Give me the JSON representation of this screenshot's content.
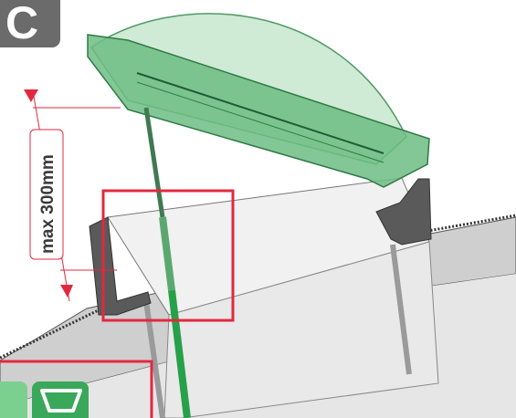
{
  "panel": {
    "letter": "C"
  },
  "dimension": {
    "label": "max 300mm"
  },
  "colors": {
    "accent_red": "#e2283f",
    "dome_green": "#5cb87a",
    "frame_green": "#2f8f52",
    "badge_gray": "#6b6b6b",
    "roof_gray": "#d9d9d9",
    "shop_green": "#39a85a"
  },
  "icons": [
    "panel-badge",
    "dimension-arrow-top-icon",
    "dimension-arrow-bottom-icon",
    "highlight-box",
    "shopping-cart-icon"
  ]
}
